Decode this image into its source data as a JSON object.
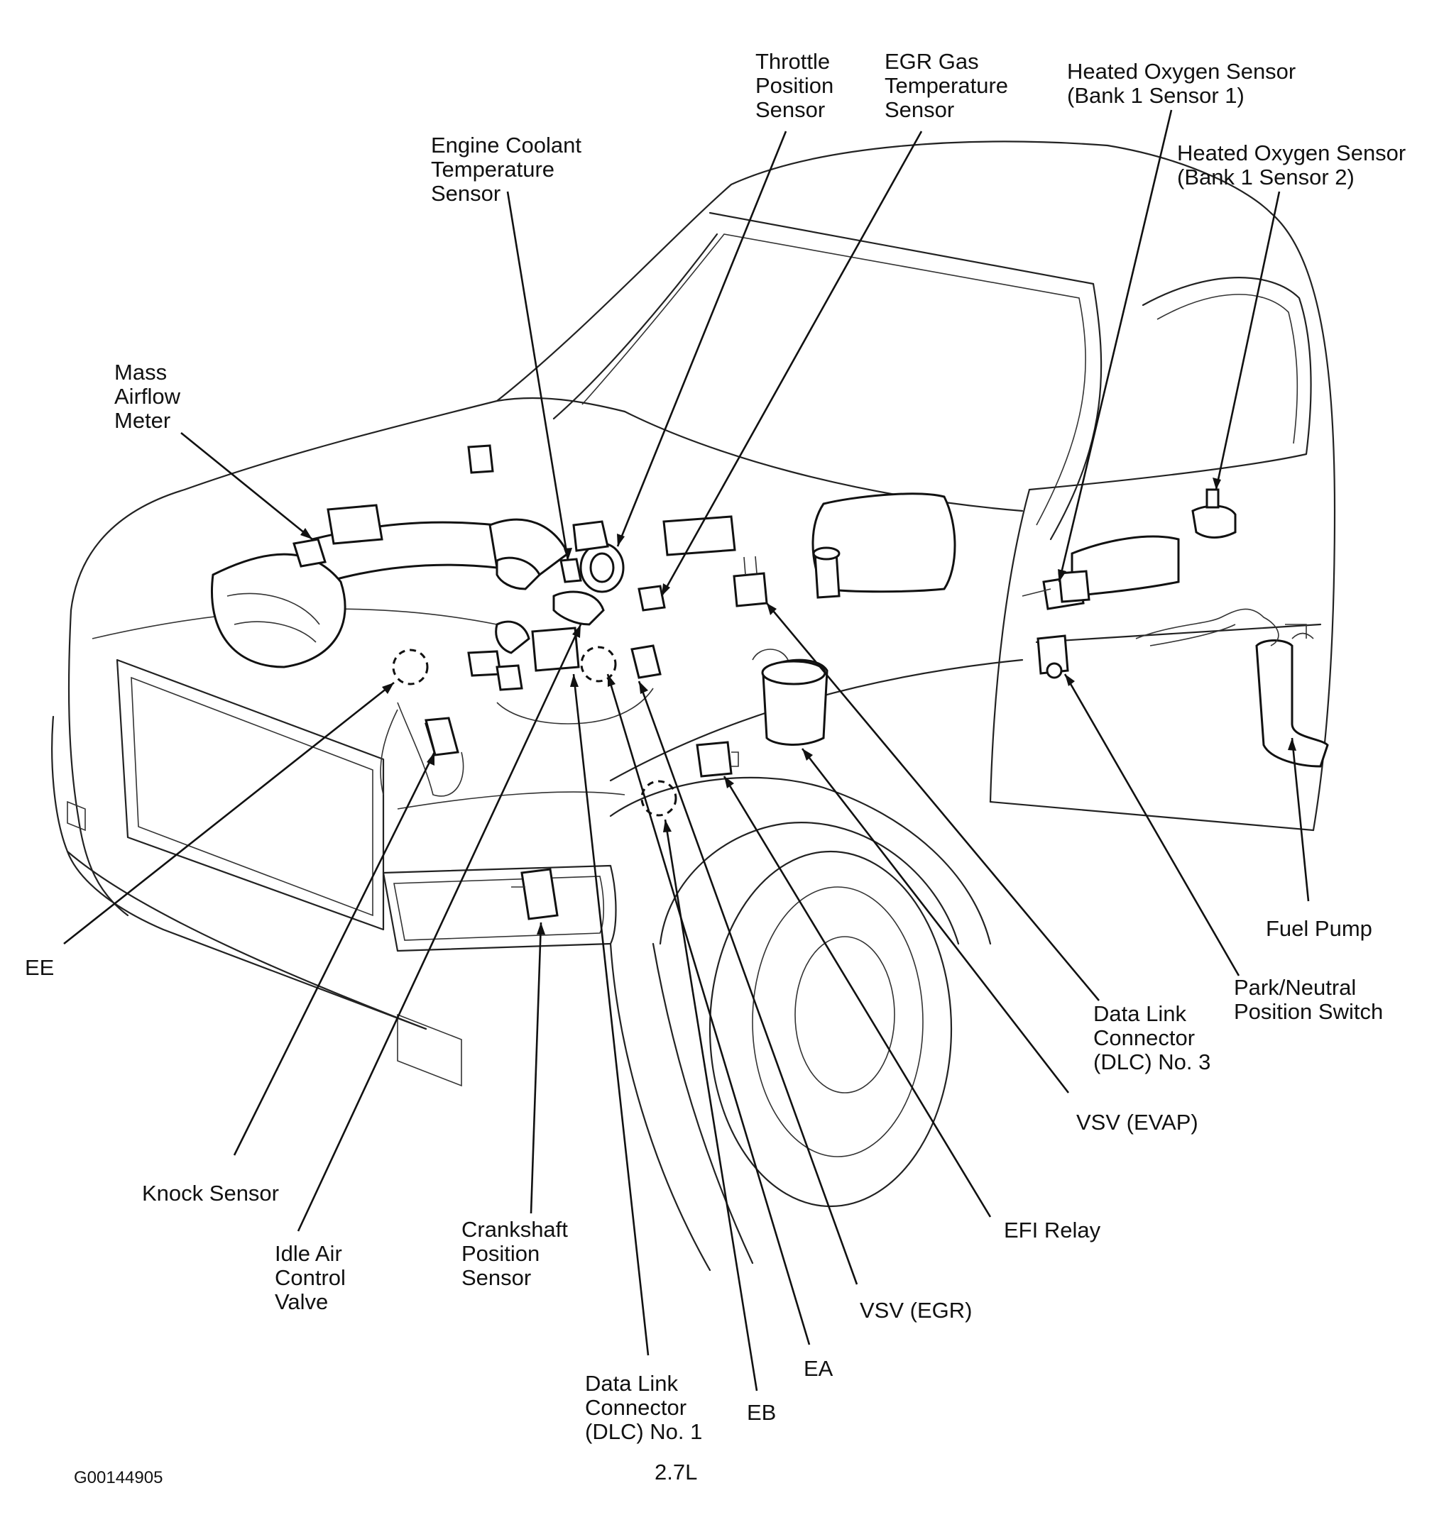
{
  "diagram": {
    "labels": {
      "throttle_position_sensor": "Throttle\nPosition\nSensor",
      "egr_gas_temperature_sensor": "EGR Gas\nTemperature\nSensor",
      "heated_oxygen_sensor_1": "Heated Oxygen Sensor\n(Bank 1 Sensor 1)",
      "heated_oxygen_sensor_2": "Heated Oxygen Sensor\n(Bank 1 Sensor 2)",
      "engine_coolant_temperature_sensor": "Engine Coolant\nTemperature\nSensor",
      "mass_airflow_meter": "Mass\nAirflow\nMeter",
      "fuel_pump": "Fuel Pump",
      "park_neutral_position_switch": "Park/Neutral\nPosition Switch",
      "ee": "EE",
      "data_link_connector_3": "Data Link\nConnector\n(DLC) No. 3",
      "vsv_evap": "VSV (EVAP)",
      "knock_sensor": "Knock Sensor",
      "idle_air_control_valve": "Idle Air\nControl\nValve",
      "crankshaft_position_sensor": "Crankshaft\nPosition\nSensor",
      "efi_relay": "EFI Relay",
      "vsv_egr": "VSV (EGR)",
      "ea": "EA",
      "eb": "EB",
      "data_link_connector_1": "Data Link\nConnector\n(DLC) No. 1"
    },
    "engine_size": "2.7L",
    "figure_id": "G00144905"
  }
}
